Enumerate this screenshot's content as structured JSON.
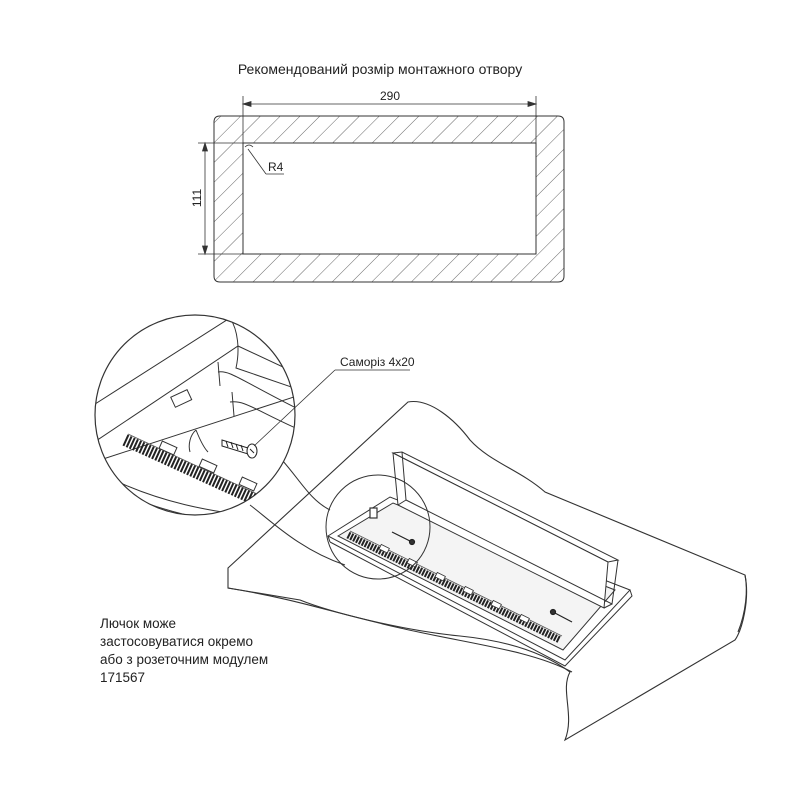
{
  "title": "Рекомендований розмір монтажного отвору",
  "dimensions": {
    "width": "290",
    "height": "111",
    "radius": "R4"
  },
  "callout": "Саморіз 4x20",
  "note": {
    "line1": "Лючок може",
    "line2": "застосовуватися окремо",
    "line3": "або з розеточним модулем",
    "line4": "171567"
  }
}
